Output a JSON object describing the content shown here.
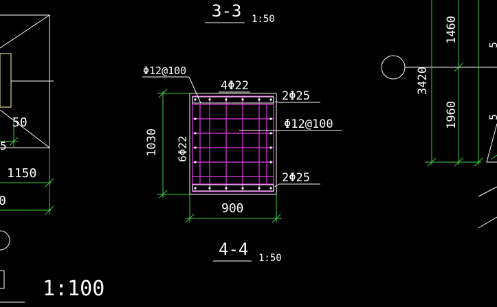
{
  "drawing": {
    "section_top": {
      "label": "3-3",
      "scale": "1:50"
    },
    "section_main": {
      "label": "4-4",
      "scale": "1:50"
    },
    "bottom_scale": "1:100",
    "annotations": {
      "stirrup_top_left": "Φ12@100",
      "top_bars": "4Φ22",
      "right_top_bars": "2Φ25",
      "right_stirrup": "Φ12@100",
      "right_bottom_bars": "2Φ25",
      "side_bars": "6Φ22"
    },
    "dimensions": {
      "width": "900",
      "height": "1030",
      "left_fragment_1150": "1150",
      "left_fragment_50": "50",
      "left_fragment_5": "5",
      "left_fragment_0": "0",
      "right_1460": "1460",
      "right_3420": "3420",
      "right_1960": "1960",
      "right_edge_a": "5",
      "right_edge_b": "5"
    },
    "colors": {
      "background": "#000000",
      "dimension_lines": "#3fcf3f",
      "rebar": "#c832c8",
      "text": "#ffffff",
      "outline": "#d8d88a"
    }
  }
}
